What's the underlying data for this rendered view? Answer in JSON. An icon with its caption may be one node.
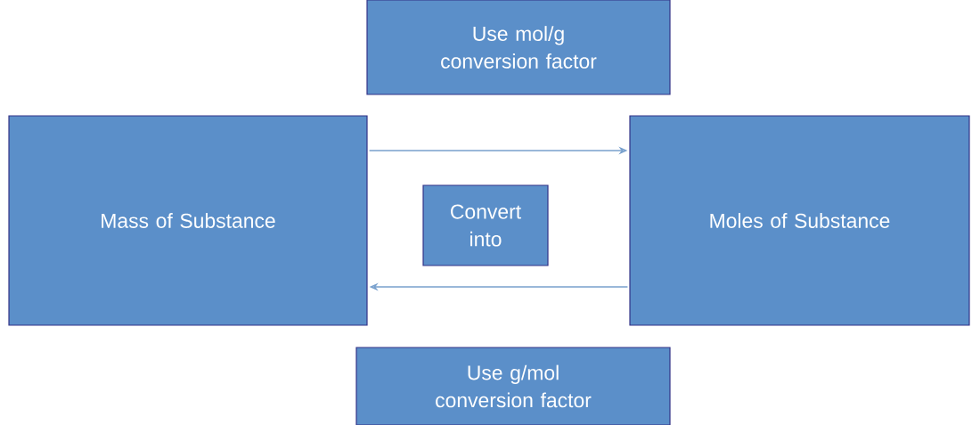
{
  "diagram": {
    "nodes": [
      {
        "text": [
          "Use mol/g conversion factor"
        ]
      },
      {
        "text": [
          "Mass of Substance"
        ]
      },
      {
        "text": [
          "Convert into"
        ]
      },
      {
        "text": [
          "Moles of Substance"
        ]
      },
      {
        "text": [
          "Use g/mol conversion factor"
        ]
      }
    ],
    "edges": [
      {
        "from": 1,
        "to": 3,
        "arrow": "to"
      },
      {
        "from": 3,
        "to": 1,
        "arrow": "to"
      }
    ]
  }
}
